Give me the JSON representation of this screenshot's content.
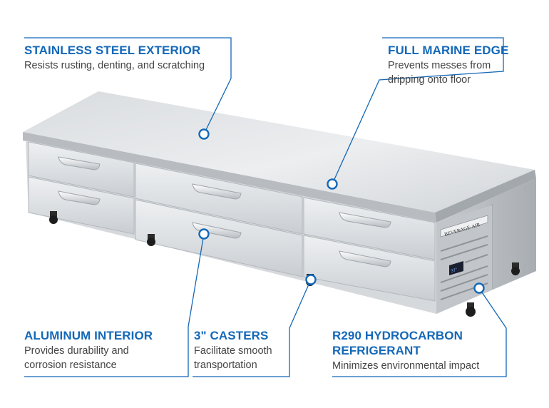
{
  "callouts": {
    "stainless": {
      "title": "STAINLESS STEEL EXTERIOR",
      "desc": [
        "Resists rusting, denting, and scratching"
      ]
    },
    "marine": {
      "title": "FULL MARINE EDGE",
      "desc": [
        "Prevents messes from",
        "dripping onto floor"
      ]
    },
    "aluminum": {
      "title": "ALUMINUM INTERIOR",
      "desc": [
        "Provides durability and",
        "corrosion resistance"
      ]
    },
    "casters": {
      "title": "3\" CASTERS",
      "desc": [
        "Facilitate smooth",
        "transportation"
      ]
    },
    "refrigerant": {
      "title": [
        "R290 HYDROCARBON",
        "REFRIGERANT"
      ],
      "desc": [
        "Minimizes environmental impact"
      ]
    }
  },
  "product": {
    "brand_label": "BEVERAGE-AIR",
    "display_reading": "37°"
  },
  "colors": {
    "accent": "#1468b8",
    "text": "#444444",
    "steel_light": "#e4e6e8",
    "steel_dark": "#a9adb1"
  }
}
